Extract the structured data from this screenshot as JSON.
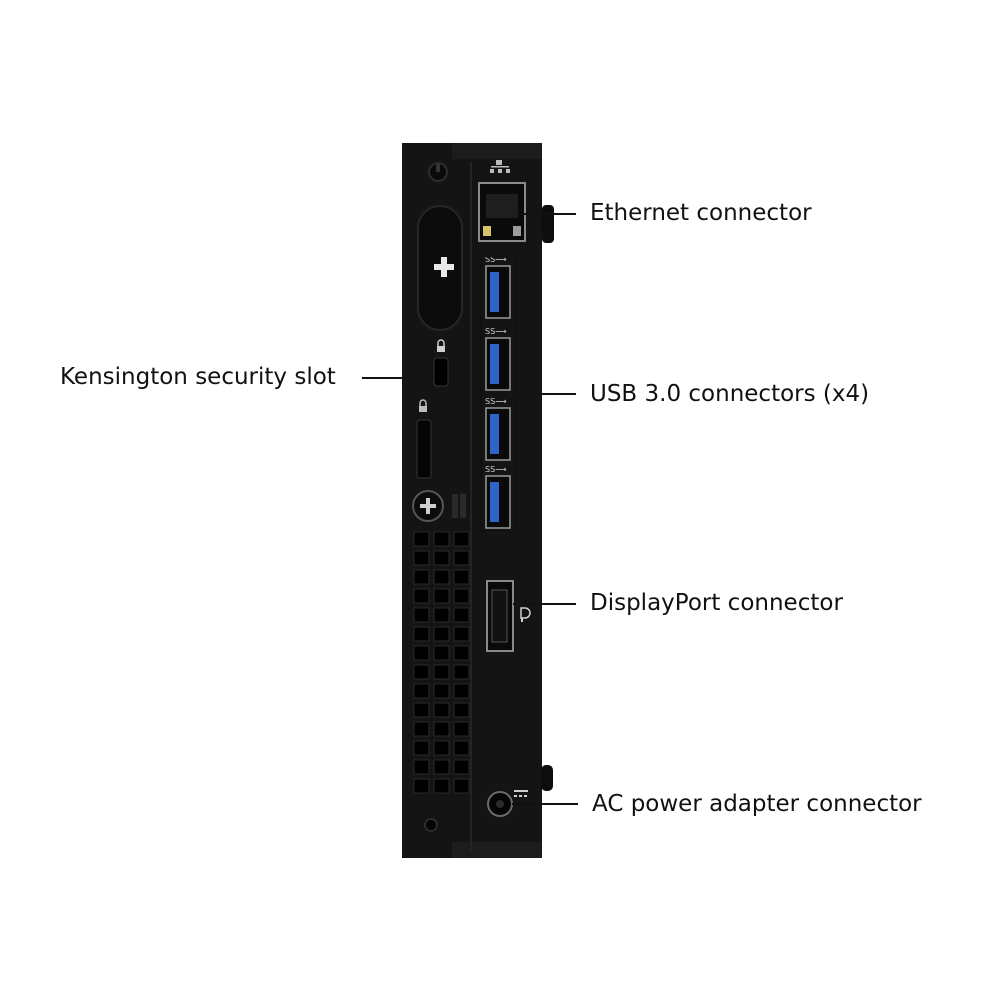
{
  "callouts": {
    "ethernet": "Ethernet connector",
    "kensington": "Kensington security slot",
    "usb": "USB 3.0 connectors (x4)",
    "displayport": "DisplayPort connector",
    "ac_power": "AC power adapter connector"
  },
  "colors": {
    "chassis": "#141414",
    "chassis_edge": "#2a2a2a",
    "usb_blue": "#2e63c8",
    "leader": "#111111"
  },
  "icons": [
    "network-icon",
    "lock-icon",
    "superspeed-usb-icon",
    "displayport-icon",
    "dc-power-icon"
  ]
}
